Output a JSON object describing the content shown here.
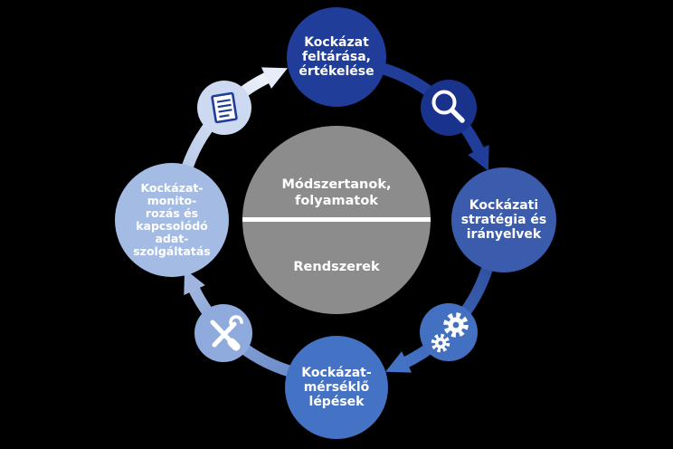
{
  "diagram": {
    "background_color": "#000000",
    "center_circle": {
      "top_label": "Módszertanok,\nfolyamatok",
      "bottom_label": "Rendszerek",
      "color": "#8C8C8C",
      "divider_color": "#FFFFFF"
    },
    "nodes": {
      "top": {
        "label": "Kockázat\nfeltárása,\nértékelése",
        "color": "#1F3D99"
      },
      "right": {
        "label": "Kockázati\nstratégia és\nirányelvek",
        "color": "#3B5CAD"
      },
      "bottom": {
        "label": "Kockázat-\nmérséklő\nlépések",
        "color": "#4472C4"
      },
      "left": {
        "label": "Kockázat-\nmonito-\nrozás és\nkapcsolódó\nadat-\nszolgáltatás",
        "color": "#A4BCE3"
      }
    },
    "icon_badges": [
      {
        "name": "magnifier-icon",
        "color": "#19338D"
      },
      {
        "name": "gears-icon",
        "color": "#4470C2"
      },
      {
        "name": "tools-icon",
        "color": "#8FAADC"
      },
      {
        "name": "document-icon",
        "color": "#CDD9F0"
      }
    ],
    "arrow_colors": {
      "top_to_right": "#1F3D99",
      "right_to_bottom": "#4472C4",
      "bottom_to_left": "#9FB5DF",
      "left_to_top": "#E7EDF8"
    }
  }
}
